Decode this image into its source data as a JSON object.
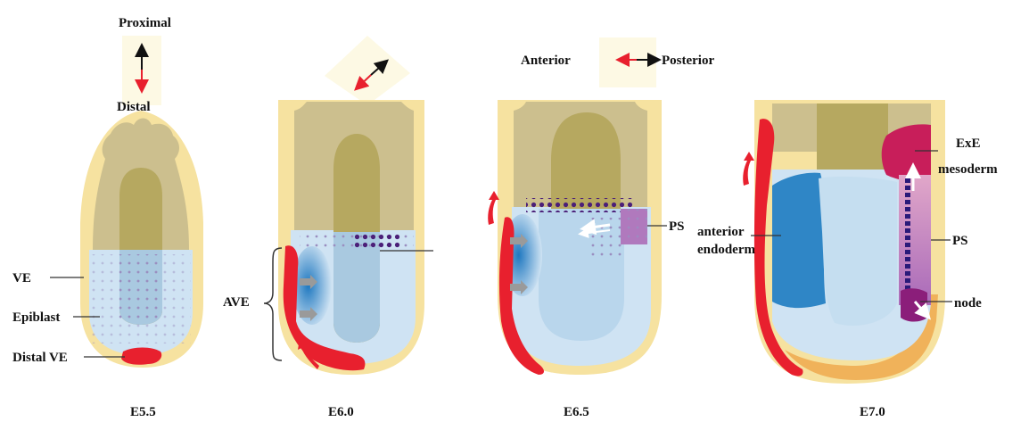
{
  "axes": {
    "proximal": "Proximal",
    "distal": "Distal",
    "anterior": "Anterior",
    "posterior": "Posterior"
  },
  "stages": [
    {
      "label": "E5.5"
    },
    {
      "label": "E6.0"
    },
    {
      "label": "E6.5"
    },
    {
      "label": "E7.0"
    }
  ],
  "labels": {
    "ve": "VE",
    "epiblast": "Epiblast",
    "distal_ve": "Distal VE",
    "ave": "AVE",
    "ps_e65": "PS",
    "anterior": "anterior",
    "endoderm": "endoderm",
    "exe": "ExE",
    "mesoderm": "mesoderm",
    "ps_e70": "PS",
    "node": "node"
  },
  "colors": {
    "outer_yellow": "#f6e2a0",
    "extraembryonic": "#ccbf8e",
    "cavity": "#b6a860",
    "epiblast": "#cfe3f3",
    "ve_red": "#e8202e",
    "ave_blue": "#2f86c6",
    "purple_dots": "#4b1f78",
    "ps_violet": "#b079bd",
    "exe_magenta": "#c81e5a",
    "orange_rim": "#f0b25a",
    "axis_box": "#fdf9e4"
  }
}
